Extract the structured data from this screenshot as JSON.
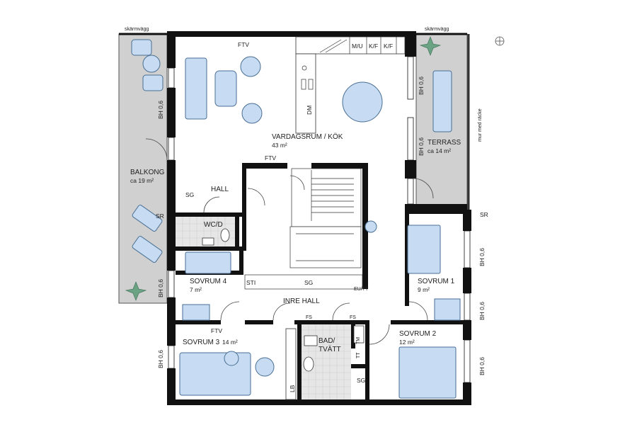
{
  "labels": {
    "skarmvagg_left": "skärmvägg",
    "skarmvagg_right": "skärmvägg",
    "ftv_top": "FTV",
    "mu": "M/U",
    "kf1": "K/F",
    "kf2": "K/F",
    "dm": "DM",
    "bh_living_left": "BH 0,6",
    "bh_terrace_1": "BH 0,6",
    "bh_terrace_2": "BH 0,6",
    "vardagsrum": "VARDAGSRUM / KÖK",
    "vardagsrum_area": "43 m²",
    "terrass": "TERRASS",
    "terrass_area": "ca 14 m²",
    "mur": "mur med räcke",
    "ftv_mid": "FTV",
    "balkong": "BALKONG",
    "balkong_area": "ca 19 m²",
    "sg_hall": "SG",
    "hall": "HALL",
    "sr_left": "SR",
    "sr_right": "SR",
    "wcd": "WC/D",
    "bh_s4": "BH 0,6",
    "sovrum4": "SOVRUM 4",
    "sovrum4_area": "7 m²",
    "sti": "STI",
    "sg_inre": "SG",
    "eu": "EU/TT",
    "sovrum1": "SOVRUM 1",
    "sovrum1_area": "9 m²",
    "bh_s1_a": "BH 0,6",
    "bh_s1_b": "BH 0,6",
    "inre_hall": "INRE HALL",
    "fs1": "FS",
    "fs2": "FS",
    "ftv_low": "FTV",
    "sovrum3": "SOVRUM 3",
    "sovrum3_area": "14 m²",
    "bh_s3": "BH 0,6",
    "bad": "BAD/",
    "tvatt": "TVÄTT",
    "tt": "TT",
    "tm": "TM",
    "sovrum2": "SOVRUM 2",
    "sovrum2_area": "12 m²",
    "bh_s2": "BH 0,6",
    "lb": "LB",
    "sg_bath": "SG"
  },
  "colors": {
    "wall": "#111111",
    "outdoor": "#d0d0d0",
    "furniture": "#c7dcf2",
    "furniture_stroke": "#4a6f94",
    "tile": "#e6e6e6"
  }
}
